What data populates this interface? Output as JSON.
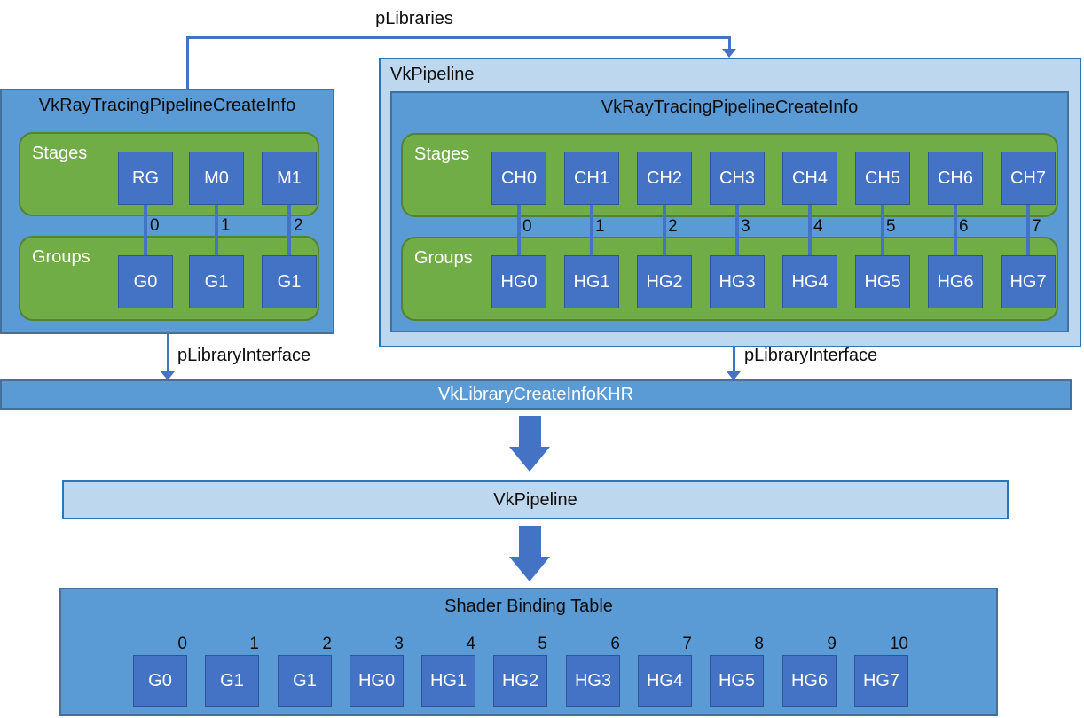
{
  "connectors": {
    "plibraries_label": "pLibraries",
    "plibrary_interface_left_label": "pLibraryInterface",
    "plibrary_interface_right_label": "pLibraryInterface"
  },
  "left_box": {
    "title": "VkRayTracingPipelineCreateInfo",
    "stages_label": "Stages",
    "groups_label": "Groups",
    "stages": [
      "RG",
      "M0",
      "M1"
    ],
    "indices": [
      "0",
      "1",
      "2"
    ],
    "groups": [
      "G0",
      "G1",
      "G1"
    ]
  },
  "right_box": {
    "title": "VkPipeline",
    "inner_title": "VkRayTracingPipelineCreateInfo",
    "stages_label": "Stages",
    "groups_label": "Groups",
    "stages": [
      "CH0",
      "CH1",
      "CH2",
      "CH3",
      "CH4",
      "CH5",
      "CH6",
      "CH7"
    ],
    "indices": [
      "0",
      "1",
      "2",
      "3",
      "4",
      "5",
      "6",
      "7"
    ],
    "groups": [
      "HG0",
      "HG1",
      "HG2",
      "HG3",
      "HG4",
      "HG5",
      "HG6",
      "HG7"
    ]
  },
  "library_bar": {
    "label": "VkLibraryCreateInfoKHR"
  },
  "pipeline_bar": {
    "label": "VkPipeline"
  },
  "sbt": {
    "title": "Shader Binding Table",
    "entries": [
      {
        "index": "0",
        "label": "G0"
      },
      {
        "index": "1",
        "label": "G1"
      },
      {
        "index": "2",
        "label": "G1"
      },
      {
        "index": "3",
        "label": "HG0"
      },
      {
        "index": "4",
        "label": "HG1"
      },
      {
        "index": "5",
        "label": "HG2"
      },
      {
        "index": "6",
        "label": "HG3"
      },
      {
        "index": "7",
        "label": "HG4"
      },
      {
        "index": "8",
        "label": "HG5"
      },
      {
        "index": "9",
        "label": "HG6"
      },
      {
        "index": "10",
        "label": "HG7"
      }
    ]
  },
  "colors": {
    "medium_blue": "#5B9BD5",
    "light_blue": "#BDD7EE",
    "square_blue": "#4472C4",
    "green": "#70AD47",
    "medium_border": "#41719C",
    "light_border": "#2E75B6",
    "square_border": "#2F5597",
    "green_border": "#548235",
    "connector_blue": "#4472C4"
  }
}
